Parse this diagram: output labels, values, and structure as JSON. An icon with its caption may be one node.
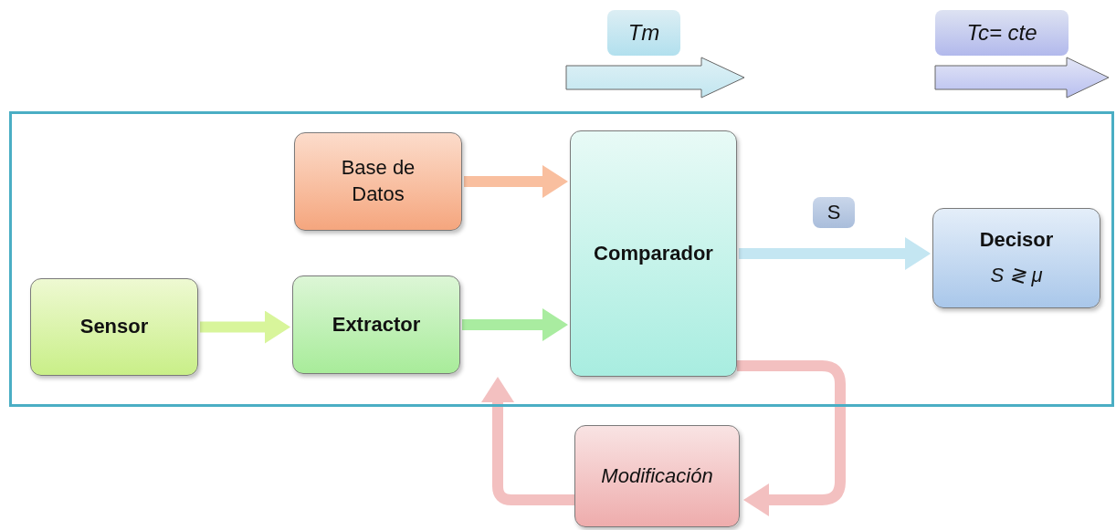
{
  "diagram": {
    "nodes": [
      {
        "text": [],
        "shape": "box"
      },
      {
        "text": [
          "Base de Datos"
        ],
        "in": 0
      },
      {
        "text": [
          "Sensor"
        ],
        "in": 0
      },
      {
        "text": [
          "Extractor"
        ],
        "in": 0
      },
      {
        "text": [
          "Comparador"
        ],
        "in": 0
      },
      {
        "text": [
          "Decisor",
          "S ≷ μ"
        ],
        "in": 0
      },
      {
        "text": [
          "Modificación"
        ]
      }
    ],
    "edges": [
      {
        "from": 2,
        "to": 3,
        "arrow": "to",
        "color": "#d8f59b"
      },
      {
        "from": 1,
        "to": 4,
        "arrow": "to",
        "color": "#f9bf9f"
      },
      {
        "from": 3,
        "to": 4,
        "arrow": "to",
        "color": "#a9eca0"
      },
      {
        "from": 4,
        "to": 5,
        "arrow": "to",
        "label": "S",
        "color": "#c4e6f2"
      },
      {
        "from": 4,
        "to": 6,
        "arrow": "to",
        "color": "#f3c0c0"
      },
      {
        "from": 6,
        "to": 3,
        "arrow": "to",
        "color": "#f3c0c0"
      }
    ],
    "labels": [
      "Tm",
      "Tc= cte"
    ]
  }
}
